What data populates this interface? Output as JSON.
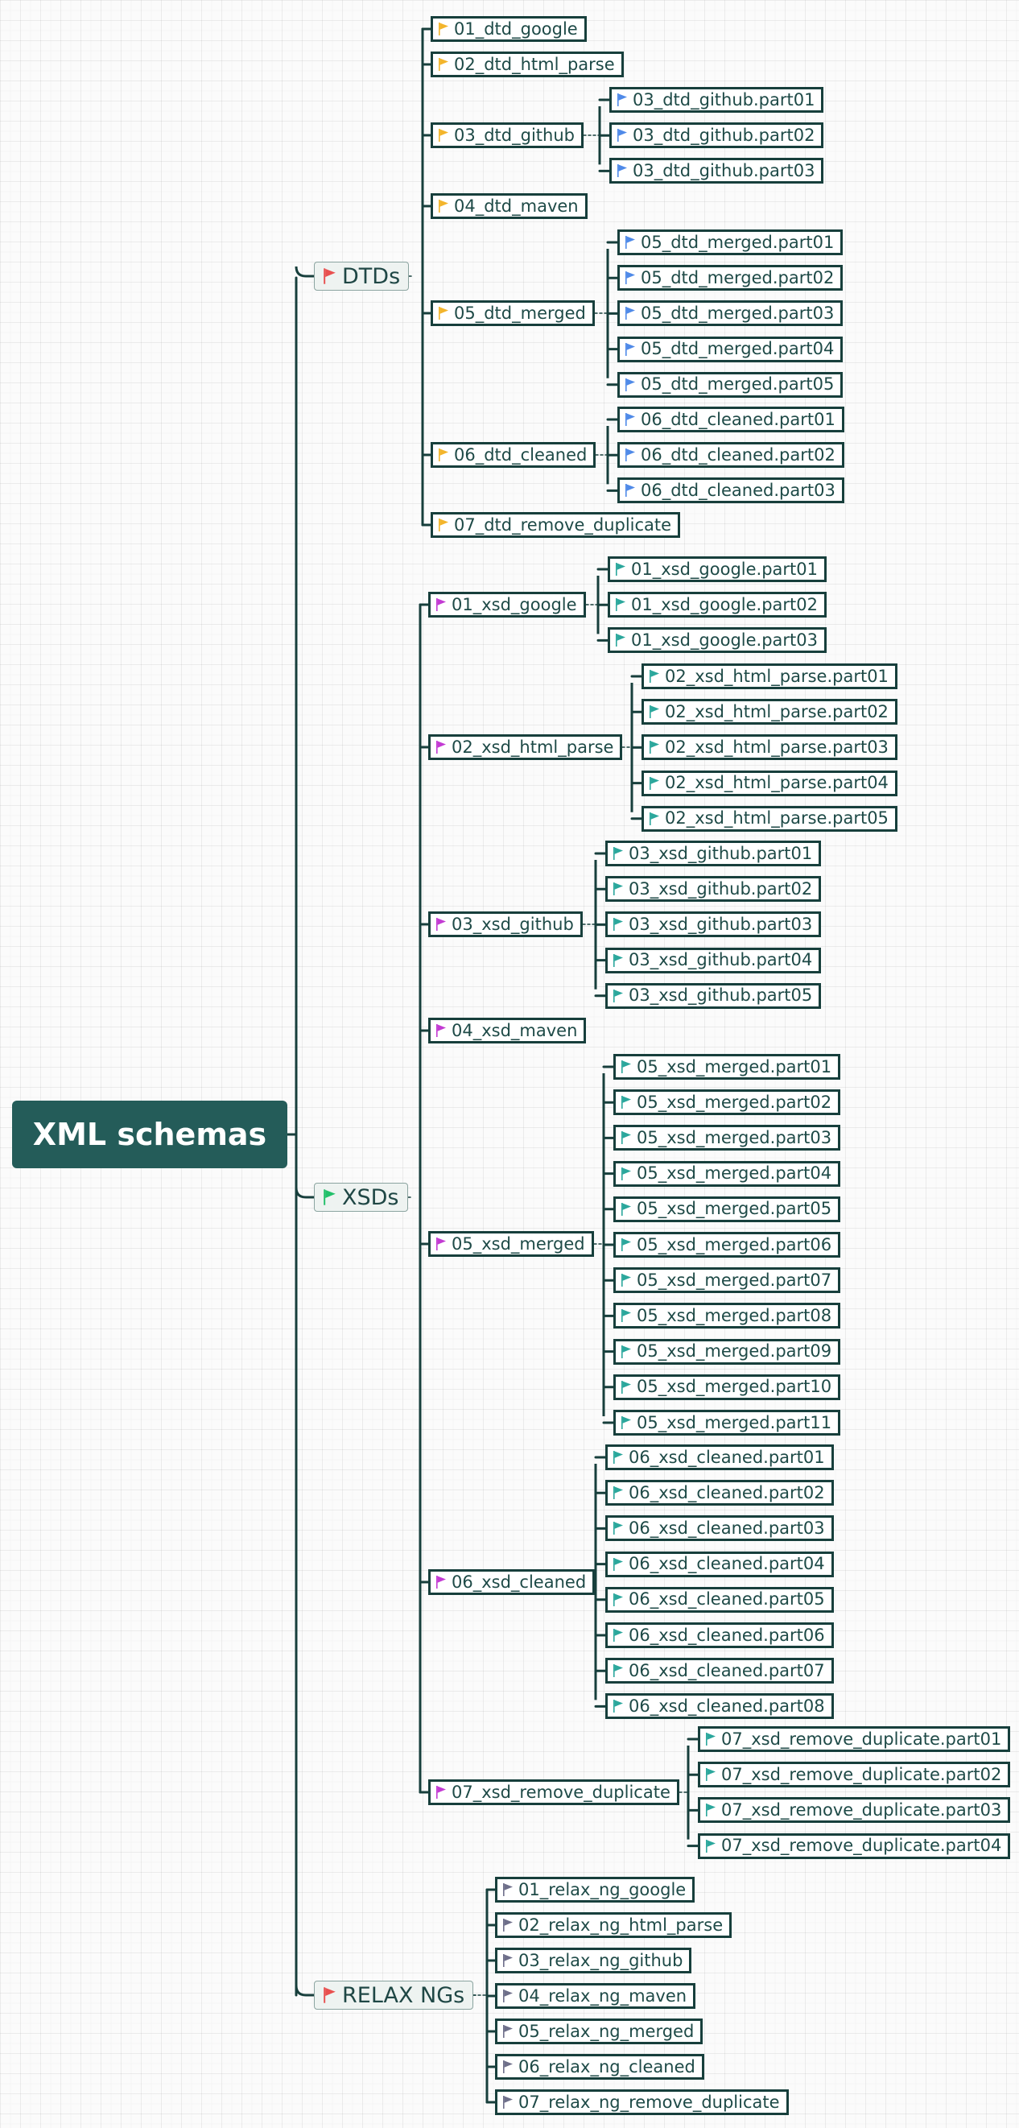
{
  "root": {
    "label": "XML schemas"
  },
  "colors": {
    "line": "#173f3c",
    "root_bg": "#245c59",
    "flag_red": "#e8504f",
    "flag_green": "#22c06a",
    "flag_orange": "#f3b52c",
    "flag_magenta": "#c33bd3",
    "flag_blue": "#4f8ae8",
    "flag_teal": "#2ba79c",
    "flag_slate": "#6e6f8a"
  },
  "branches": [
    {
      "label": "DTDs",
      "flag": "red",
      "child_flag": "orange",
      "leaf_flag": "blue",
      "children": [
        {
          "label": "01_dtd_google",
          "children": []
        },
        {
          "label": "02_dtd_html_parse",
          "children": []
        },
        {
          "label": "03_dtd_github",
          "children": [
            "03_dtd_github.part01",
            "03_dtd_github.part02",
            "03_dtd_github.part03"
          ]
        },
        {
          "label": "04_dtd_maven",
          "children": []
        },
        {
          "label": "05_dtd_merged",
          "children": [
            "05_dtd_merged.part01",
            "05_dtd_merged.part02",
            "05_dtd_merged.part03",
            "05_dtd_merged.part04",
            "05_dtd_merged.part05"
          ]
        },
        {
          "label": "06_dtd_cleaned",
          "children": [
            "06_dtd_cleaned.part01",
            "06_dtd_cleaned.part02",
            "06_dtd_cleaned.part03"
          ]
        },
        {
          "label": "07_dtd_remove_duplicate",
          "children": []
        }
      ]
    },
    {
      "label": "XSDs",
      "flag": "green",
      "child_flag": "magenta",
      "leaf_flag": "teal",
      "children": [
        {
          "label": "01_xsd_google",
          "children": [
            "01_xsd_google.part01",
            "01_xsd_google.part02",
            "01_xsd_google.part03"
          ]
        },
        {
          "label": "02_xsd_html_parse",
          "children": [
            "02_xsd_html_parse.part01",
            "02_xsd_html_parse.part02",
            "02_xsd_html_parse.part03",
            "02_xsd_html_parse.part04",
            "02_xsd_html_parse.part05"
          ]
        },
        {
          "label": "03_xsd_github",
          "children": [
            "03_xsd_github.part01",
            "03_xsd_github.part02",
            "03_xsd_github.part03",
            "03_xsd_github.part04",
            "03_xsd_github.part05"
          ]
        },
        {
          "label": "04_xsd_maven",
          "children": []
        },
        {
          "label": "05_xsd_merged",
          "children": [
            "05_xsd_merged.part01",
            "05_xsd_merged.part02",
            "05_xsd_merged.part03",
            "05_xsd_merged.part04",
            "05_xsd_merged.part05",
            "05_xsd_merged.part06",
            "05_xsd_merged.part07",
            "05_xsd_merged.part08",
            "05_xsd_merged.part09",
            "05_xsd_merged.part10",
            "05_xsd_merged.part11"
          ]
        },
        {
          "label": "06_xsd_cleaned",
          "children": [
            "06_xsd_cleaned.part01",
            "06_xsd_cleaned.part02",
            "06_xsd_cleaned.part03",
            "06_xsd_cleaned.part04",
            "06_xsd_cleaned.part05",
            "06_xsd_cleaned.part06",
            "06_xsd_cleaned.part07",
            "06_xsd_cleaned.part08"
          ]
        },
        {
          "label": "07_xsd_remove_duplicate",
          "children": [
            "07_xsd_remove_duplicate.part01",
            "07_xsd_remove_duplicate.part02",
            "07_xsd_remove_duplicate.part03",
            "07_xsd_remove_duplicate.part04"
          ]
        }
      ]
    },
    {
      "label": "RELAX NGs",
      "flag": "red",
      "child_flag": "slate",
      "leaf_flag": "slate",
      "children": [
        {
          "label": "01_relax_ng_google",
          "children": []
        },
        {
          "label": "02_relax_ng_html_parse",
          "children": []
        },
        {
          "label": "03_relax_ng_github",
          "children": []
        },
        {
          "label": "04_relax_ng_maven",
          "children": []
        },
        {
          "label": "05_relax_ng_merged",
          "children": []
        },
        {
          "label": "06_relax_ng_cleaned",
          "children": []
        },
        {
          "label": "07_relax_ng_remove_duplicate",
          "children": []
        }
      ]
    }
  ]
}
